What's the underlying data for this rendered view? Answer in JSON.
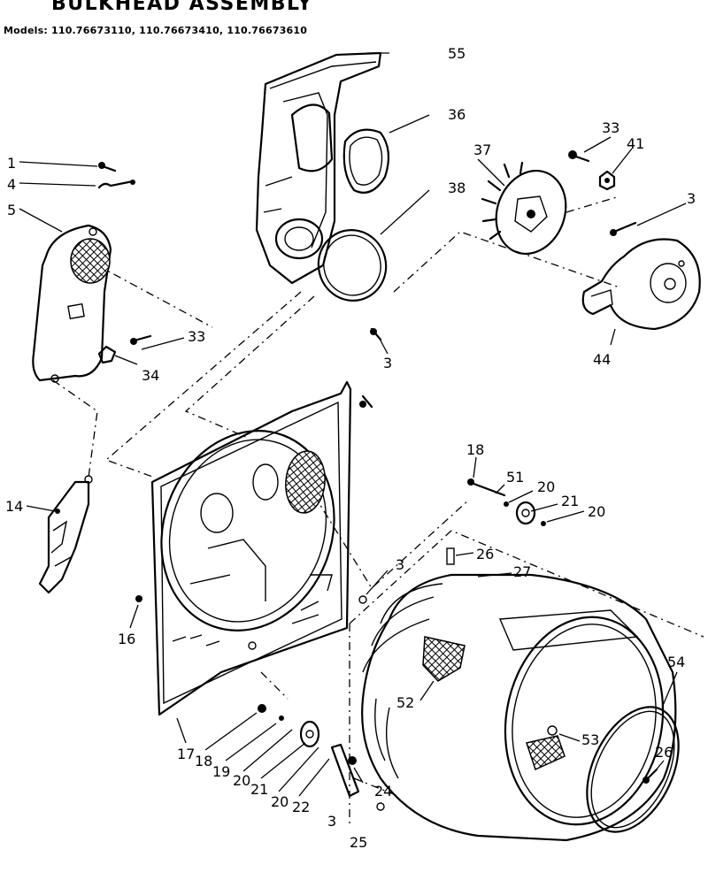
{
  "header": {
    "title": "BULKHEAD ASSEMBLY",
    "models": "Models: 110.76673110, 110.76673410, 110.76673610"
  },
  "callouts": [
    {
      "id": "c1",
      "text": "1"
    },
    {
      "id": "c4",
      "text": "4"
    },
    {
      "id": "c5",
      "text": "5"
    },
    {
      "id": "c33a",
      "text": "33"
    },
    {
      "id": "c34",
      "text": "34"
    },
    {
      "id": "c14",
      "text": "14"
    },
    {
      "id": "c16",
      "text": "16"
    },
    {
      "id": "c17",
      "text": "17"
    },
    {
      "id": "c18a",
      "text": "18"
    },
    {
      "id": "c19",
      "text": "19"
    },
    {
      "id": "c20a",
      "text": "20"
    },
    {
      "id": "c21a",
      "text": "21"
    },
    {
      "id": "c20b",
      "text": "20"
    },
    {
      "id": "c22",
      "text": "22"
    },
    {
      "id": "c3a",
      "text": "3"
    },
    {
      "id": "c25",
      "text": "25"
    },
    {
      "id": "c24",
      "text": "24"
    },
    {
      "id": "c55",
      "text": "55"
    },
    {
      "id": "c36",
      "text": "36"
    },
    {
      "id": "c37",
      "text": "37"
    },
    {
      "id": "c38",
      "text": "38"
    },
    {
      "id": "c33b",
      "text": "33"
    },
    {
      "id": "c41",
      "text": "41"
    },
    {
      "id": "c3b",
      "text": "3"
    },
    {
      "id": "c44",
      "text": "44"
    },
    {
      "id": "c3c",
      "text": "3"
    },
    {
      "id": "c18b",
      "text": "18"
    },
    {
      "id": "c51",
      "text": "51"
    },
    {
      "id": "c20c",
      "text": "20"
    },
    {
      "id": "c21b",
      "text": "21"
    },
    {
      "id": "c20d",
      "text": "20"
    },
    {
      "id": "c3d",
      "text": "3"
    },
    {
      "id": "c26a",
      "text": "26"
    },
    {
      "id": "c27",
      "text": "27"
    },
    {
      "id": "c52",
      "text": "52"
    },
    {
      "id": "c53",
      "text": "53"
    },
    {
      "id": "c54",
      "text": "54"
    },
    {
      "id": "c26b",
      "text": "26"
    }
  ]
}
